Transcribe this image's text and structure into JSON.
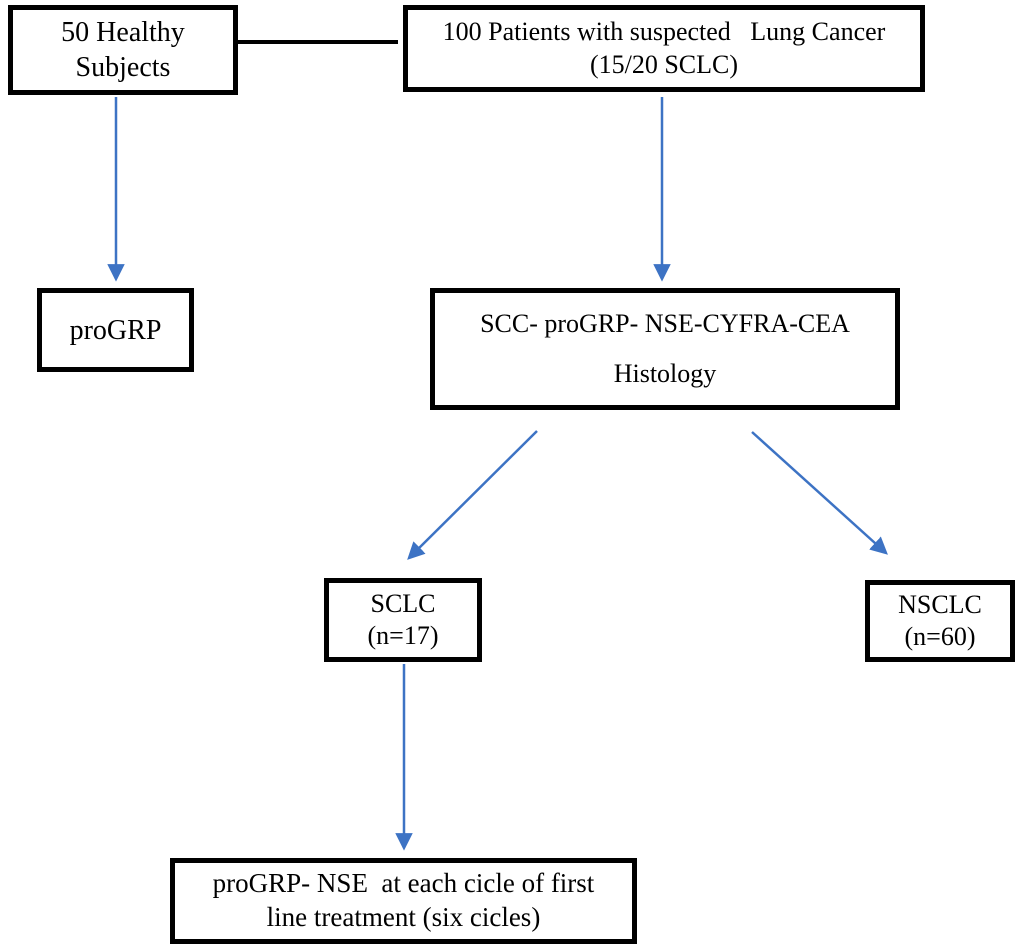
{
  "colors": {
    "arrow": "#3d73c4",
    "line": "#000000",
    "border": "#000000",
    "background": "#ffffff",
    "text": "#000000"
  },
  "nodes": {
    "healthy": {
      "lines": [
        "50 Healthy",
        "Subjects"
      ]
    },
    "patients": {
      "lines": [
        "100 Patients with suspected   Lung Cancer",
        "(15/20 SCLC)"
      ]
    },
    "progrp": {
      "lines": [
        "proGRP"
      ]
    },
    "histology": {
      "lines": [
        "SCC- proGRP- NSE-CYFRA-CEA",
        "Histology"
      ]
    },
    "sclc": {
      "lines": [
        "SCLC",
        "(n=17)"
      ]
    },
    "nsclc": {
      "lines": [
        "NSCLC",
        "(n=60)"
      ]
    },
    "treatment": {
      "lines": [
        "proGRP- NSE  at each cicle of first",
        "line treatment (six cicles)"
      ]
    }
  }
}
